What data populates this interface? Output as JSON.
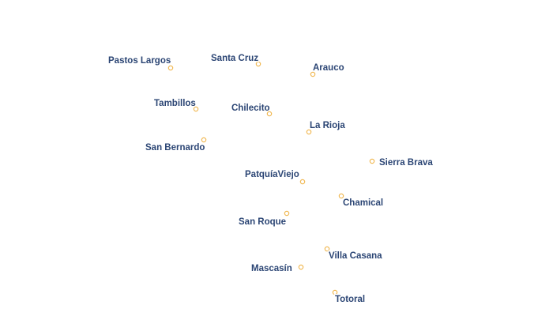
{
  "colors": {
    "background": "#ffffff",
    "label_fill": "#2b4574",
    "label_halo": "#ffffff",
    "dot_fill": "#ffffff",
    "dot_stroke": "#f0b54a"
  },
  "places": [
    {
      "name": "Pastos Largos",
      "key": "pastos-largos"
    },
    {
      "name": "Santa Cruz",
      "key": "santa-cruz"
    },
    {
      "name": "Arauco",
      "key": "arauco"
    },
    {
      "name": "Tambillos",
      "key": "tambillos"
    },
    {
      "name": "Chilecito",
      "key": "chilecito"
    },
    {
      "name": "La Rioja",
      "key": "la-rioja"
    },
    {
      "name": "San Bernardo",
      "key": "san-bernardo"
    },
    {
      "name": "Sierra Brava",
      "key": "sierra-brava"
    },
    {
      "name": "PatquíaViejo",
      "key": "patquia-viejo"
    },
    {
      "name": "Chamical",
      "key": "chamical"
    },
    {
      "name": "San Roque",
      "key": "san-roque"
    },
    {
      "name": "Villa Casana",
      "key": "villa-casana"
    },
    {
      "name": "Mascasín",
      "key": "mascasin"
    },
    {
      "name": "Totoral",
      "key": "totoral"
    }
  ]
}
